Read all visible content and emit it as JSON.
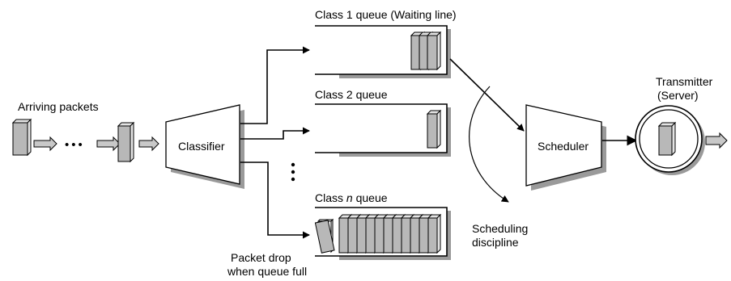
{
  "labels": {
    "arriving_packets": "Arriving packets",
    "ellipsis": "•••",
    "classifier": "Classifier",
    "class1_queue": "Class 1 queue (Waiting line)",
    "class2_queue": "Class 2 queue",
    "classn_prefix": "Class ",
    "classn_n": "n",
    "classn_suffix": " queue",
    "packet_drop_line1": "Packet drop",
    "packet_drop_line2": "when queue full",
    "scheduler": "Scheduler",
    "scheduling_line1": "Scheduling",
    "scheduling_line2": "discipline",
    "transmitter_line1": "Transmitter",
    "transmitter_line2": "(Server)"
  },
  "queues": {
    "class1_packets": 3,
    "class2_packets": 1,
    "classn_packets": 11
  },
  "colors": {
    "packet_face": "#b8b8b8",
    "packet_side": "#e4e4e4",
    "shadow": "#9a9a9a",
    "stroke": "#000000"
  }
}
